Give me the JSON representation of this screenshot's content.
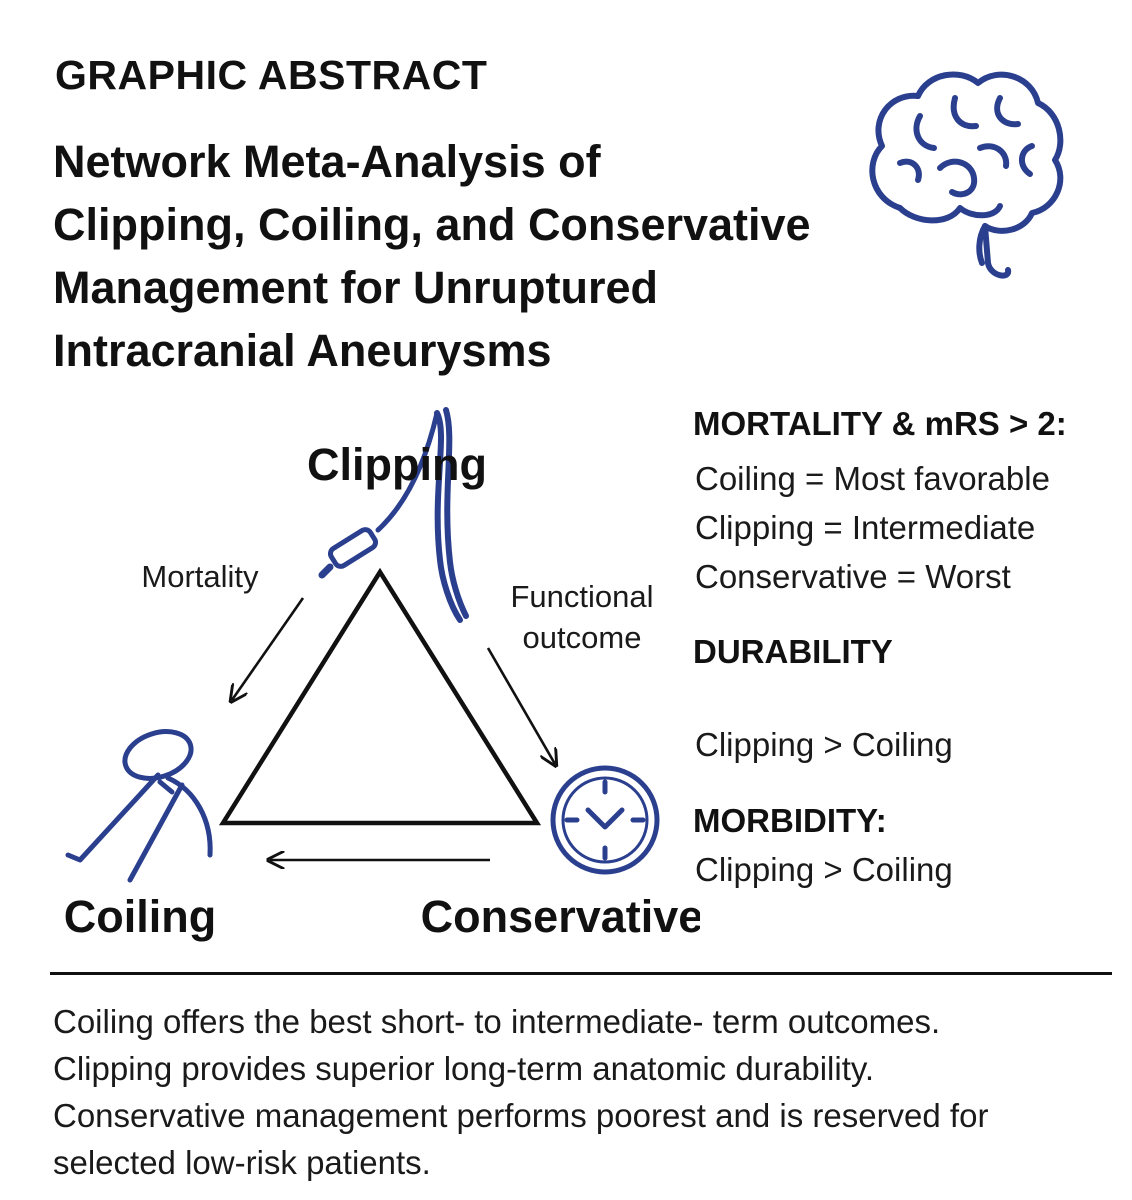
{
  "header": {
    "label": "GRAPHIC ABSTRACT"
  },
  "title_lines": [
    "Network Meta-Analysis of",
    "Clipping, Coiling, and Conservative",
    "Management for Unruptured",
    "Intracranial Aneurysms"
  ],
  "diagram": {
    "nodes": {
      "top": "Clipping",
      "left": "Coiling",
      "right": "Conservative"
    },
    "edges": {
      "left": "Mortality",
      "right_line1": "Functional",
      "right_line2": "outcome"
    },
    "icons": [
      "brain-icon",
      "clip-applier-icon",
      "coil-icon",
      "clock-icon"
    ],
    "accent_color": "#2b3f8f"
  },
  "results": {
    "mortality_heading": "MORTALITY & mRS > 2:",
    "mortality_lines": [
      "Coiling = Most favorable",
      "Clipping = Intermediate",
      "Conservative = Worst"
    ],
    "durability_heading": "DURABILITY",
    "durability_line": "Clipping > Coiling",
    "morbidity_heading": "MORBIDITY:",
    "morbidity_line": "Clipping > Coiling"
  },
  "conclusion_lines": [
    "Coiling offers the best short- to intermediate- term outcomes.",
    "Clipping provides superior long-term anatomic durability.",
    "Conservative management performs poorest and is reserved for",
    "selected low-risk patients."
  ]
}
